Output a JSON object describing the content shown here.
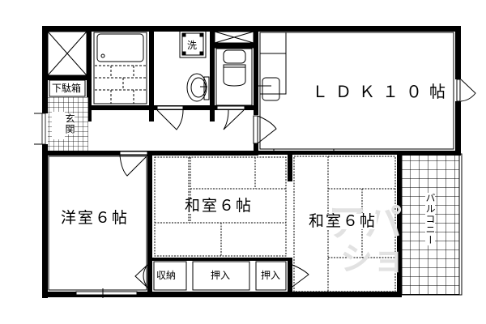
{
  "diagram": {
    "type": "floor-plan",
    "layout": "1LDK + 2 Japanese rooms (3LDK)",
    "colors": {
      "wall": "#000000",
      "background": "#ffffff",
      "watermark": "#e2e2e2"
    }
  },
  "rooms": {
    "ldk": {
      "label": "LDK10帖",
      "display": "ＬＤＫ１０帖"
    },
    "western_room": {
      "label": "洋室６帖"
    },
    "japanese_room_1": {
      "label": "和室６帖"
    },
    "japanese_room_2": {
      "label": "和室６帖"
    },
    "entrance": {
      "label": "玄関"
    },
    "shoe_box": {
      "label": "下駄箱"
    },
    "washer": {
      "label": "洗"
    },
    "storage": {
      "label": "収納"
    },
    "closet_1": {
      "label": "押入"
    },
    "closet_2": {
      "label": "押入"
    },
    "balcony": {
      "label": "バルコニー"
    }
  },
  "watermark": {
    "line1": "アパ",
    "line2": "ショ"
  }
}
